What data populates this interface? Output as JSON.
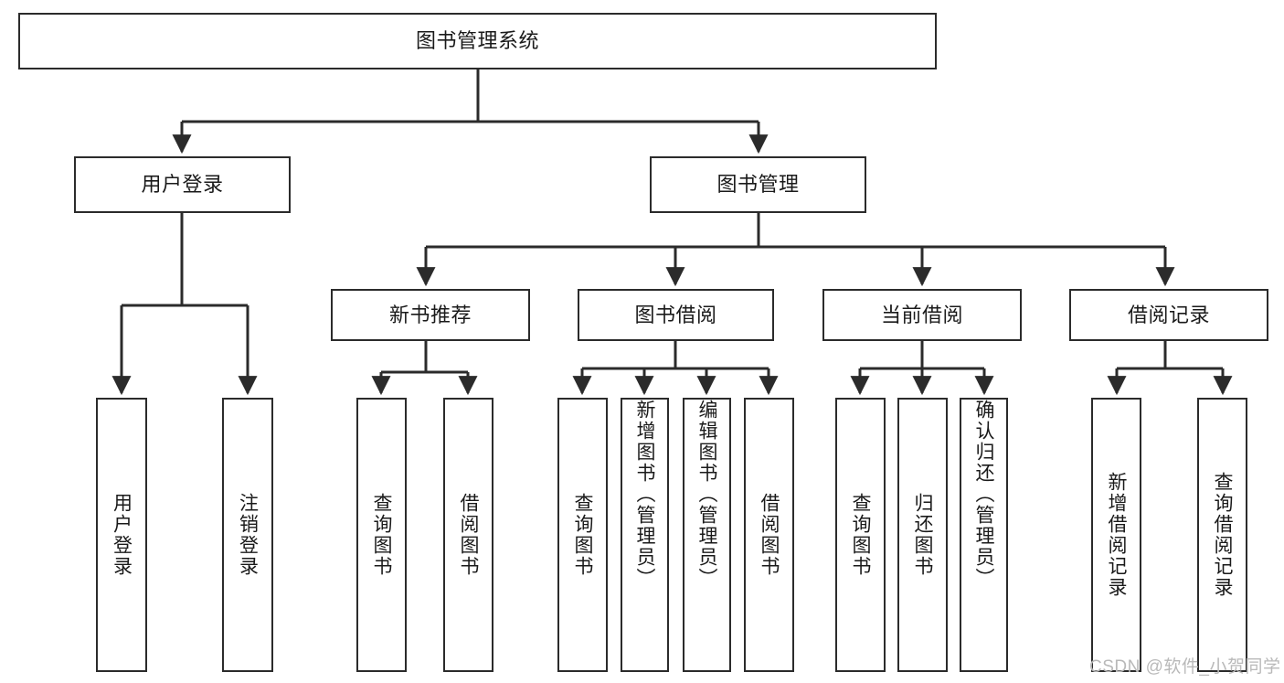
{
  "diagram": {
    "title": "图书管理系统",
    "type": "hierarchy-tree",
    "root": {
      "id": "root",
      "label": "图书管理系统",
      "orientation": "horizontal"
    },
    "level1": [
      {
        "id": "user-login",
        "label": "用户登录",
        "orientation": "horizontal"
      },
      {
        "id": "book-manage",
        "label": "图书管理",
        "orientation": "horizontal"
      }
    ],
    "level2": [
      {
        "id": "new-book-recommend",
        "label": "新书推荐",
        "orientation": "horizontal",
        "parent": "book-manage"
      },
      {
        "id": "book-borrow",
        "label": "图书借阅",
        "orientation": "horizontal",
        "parent": "book-manage"
      },
      {
        "id": "current-borrow",
        "label": "当前借阅",
        "orientation": "horizontal",
        "parent": "book-manage"
      },
      {
        "id": "borrow-record",
        "label": "借阅记录",
        "orientation": "horizontal",
        "parent": "book-manage"
      }
    ],
    "leaves": [
      {
        "id": "leaf-user-login",
        "label": "用户登录",
        "parent": "user-login",
        "orientation": "vertical",
        "align": "middle"
      },
      {
        "id": "leaf-user-logout",
        "label": "注销登录",
        "parent": "user-login",
        "orientation": "vertical",
        "align": "middle"
      },
      {
        "id": "leaf-query-book-1",
        "label": "查询图书",
        "parent": "new-book-recommend",
        "orientation": "vertical",
        "align": "middle"
      },
      {
        "id": "leaf-borrow-book-1",
        "label": "借阅图书",
        "parent": "new-book-recommend",
        "orientation": "vertical",
        "align": "middle"
      },
      {
        "id": "leaf-query-book-2",
        "label": "查询图书",
        "parent": "book-borrow",
        "orientation": "vertical",
        "align": "middle"
      },
      {
        "id": "leaf-add-book",
        "label": "新增图书（管理员）",
        "parent": "book-borrow",
        "orientation": "vertical",
        "align": "top"
      },
      {
        "id": "leaf-edit-book",
        "label": "编辑图书（管理员）",
        "parent": "book-borrow",
        "orientation": "vertical",
        "align": "top"
      },
      {
        "id": "leaf-borrow-book-2",
        "label": "借阅图书",
        "parent": "book-borrow",
        "orientation": "vertical",
        "align": "middle"
      },
      {
        "id": "leaf-query-book-3",
        "label": "查询图书",
        "parent": "current-borrow",
        "orientation": "vertical",
        "align": "middle"
      },
      {
        "id": "leaf-return-book",
        "label": "归还图书",
        "parent": "current-borrow",
        "orientation": "vertical",
        "align": "middle"
      },
      {
        "id": "leaf-confirm-return",
        "label": "确认归还（管理员）",
        "parent": "current-borrow",
        "orientation": "vertical",
        "align": "top"
      },
      {
        "id": "leaf-add-record",
        "label": "新增借阅记录",
        "parent": "borrow-record",
        "orientation": "vertical",
        "align": "middle"
      },
      {
        "id": "leaf-query-record",
        "label": "查询借阅记录",
        "parent": "borrow-record",
        "orientation": "vertical",
        "align": "middle"
      }
    ],
    "colors": {
      "stroke": "#2b2b2b",
      "fill": "#ffffff",
      "text": "#1a1a1a",
      "watermark": "#b9b9b9"
    }
  },
  "watermark": {
    "text": "CSDN @软件_小贺同学"
  }
}
